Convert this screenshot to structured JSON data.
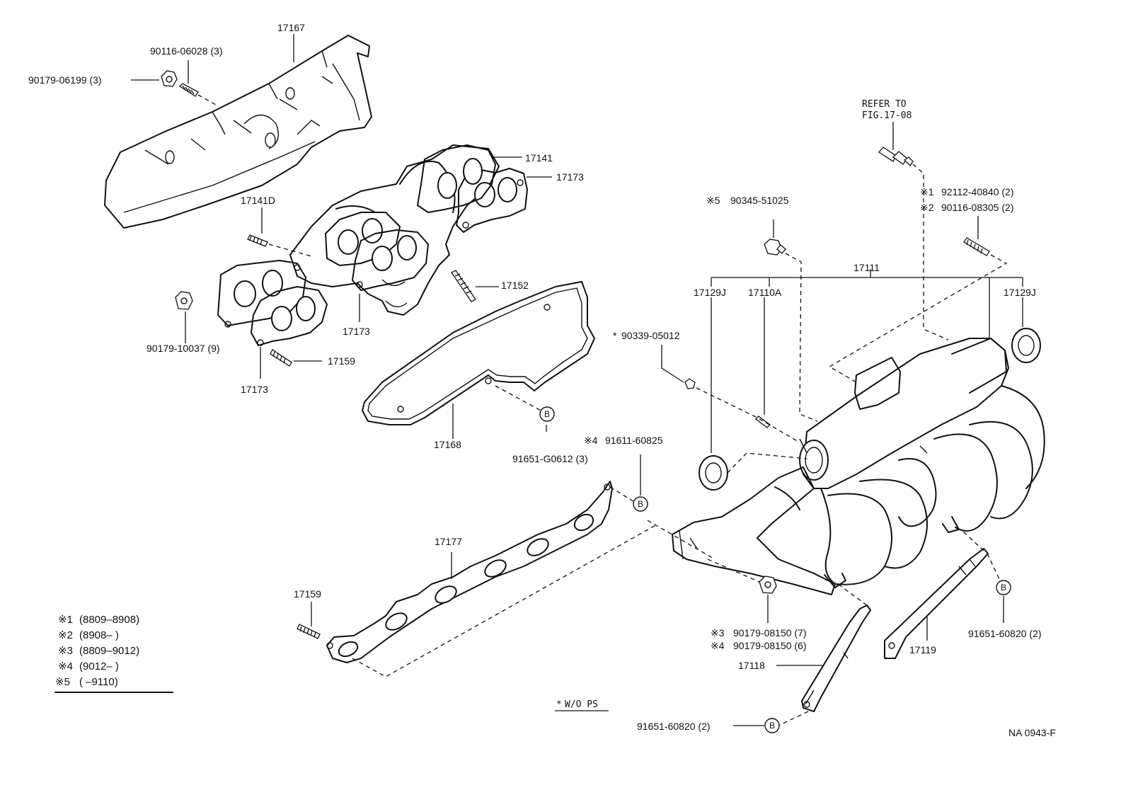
{
  "diagram": {
    "labels": {
      "p17167": "17167",
      "p90116_06028": "90116-06028 (3)",
      "p90179_06199": "90179-06199 (3)",
      "p17141": "17141",
      "p17173_top": "17173",
      "p17141D": "17141D",
      "p17152": "17152",
      "p17173_mid": "17173",
      "p90179_10037": "90179-10037 (9)",
      "p17159_top": "17159",
      "p17173_bot": "17173",
      "p17168": "17168",
      "p91651_G0612": "91651-G0612 (3)",
      "p91611_60825": "91611-60825",
      "p17177": "17177",
      "p17159_bot": "17159",
      "refer_to": "REFER TO",
      "fig_ref": "FIG.17-08",
      "p92112_40840": "92112-40840 (2)",
      "p90116_08305": "90116-08305 (2)",
      "p90345_51025": "90345-51025",
      "p17111": "17111",
      "p17129J_left": "17129J",
      "p17110A": "17110A",
      "p17129J_right": "17129J",
      "p90339_05012": "90339-05012",
      "p90179_08150_7": "90179-08150 (7)",
      "p90179_08150_6": "90179-08150 (6)",
      "p17118": "17118",
      "p17119": "17119",
      "p91651_60820_right": "91651-60820 (2)",
      "p91651_60820_bottom": "91651-60820 (2)",
      "wo_ps": "W/O PS",
      "figure_code": "NA 0943-F"
    },
    "marks": {
      "m1": "※1",
      "m2": "※2",
      "m3": "※3",
      "m4": "※4",
      "m5": "※5",
      "star": "*",
      "circle_b": "B"
    },
    "legend": [
      {
        "mark": "※1",
        "text": "(8809–8908)"
      },
      {
        "mark": "※2",
        "text": "(8908–          )"
      },
      {
        "mark": "※3",
        "text": "(8809–9012)"
      },
      {
        "mark": "※4",
        "text": "(9012–          )"
      },
      {
        "mark": "※5",
        "text": "(          –9110)"
      }
    ]
  }
}
